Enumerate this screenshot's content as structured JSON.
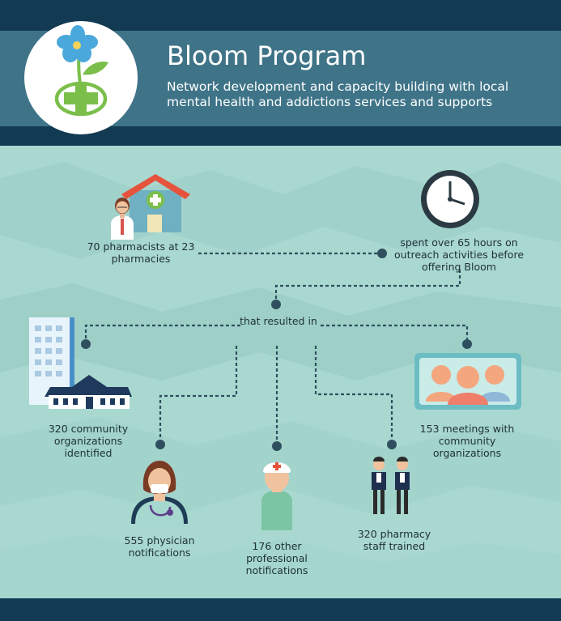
{
  "header": {
    "title": "Bloom Program",
    "subtitle": "Network development and  capacity building with local mental health and addictions services and supports"
  },
  "nodes": {
    "pharmacists": "70 pharmacists at 23 pharmacies",
    "outreach": "spent over 65 hours on outreach activities before offering Bloom",
    "resulted": "that resulted in",
    "community_orgs": "320 community organizations identified",
    "meetings": "153 meetings with community organizations",
    "physician": "555 physician notifications",
    "professional": "176 other professional notifications",
    "staff": "320 pharmacy staff trained"
  },
  "colors": {
    "header_dark": "#123a52",
    "header_mid": "#3f7488",
    "background": "#a9d8d0",
    "connector": "#2f4f5f",
    "flower": "#4aa8dc",
    "leaf": "#7bbf4a"
  },
  "icons": [
    "flower-cross-logo-icon",
    "pharmacy-building-icon",
    "pharmacist-icon",
    "clock-icon",
    "office-building-icon",
    "group-people-icon",
    "doctor-icon",
    "nurse-icon",
    "pharmacy-staff-icon"
  ]
}
